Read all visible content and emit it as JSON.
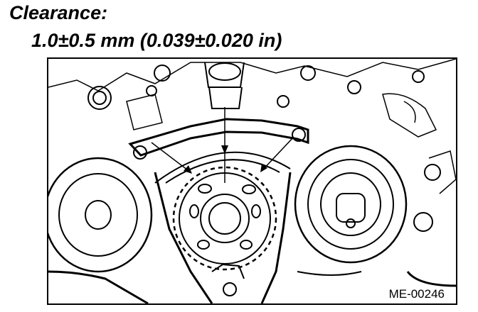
{
  "heading": {
    "label": "Clearance:",
    "value": "1.0±0.5 mm (0.039±0.020 in)"
  },
  "figure": {
    "code": "ME-00246"
  }
}
